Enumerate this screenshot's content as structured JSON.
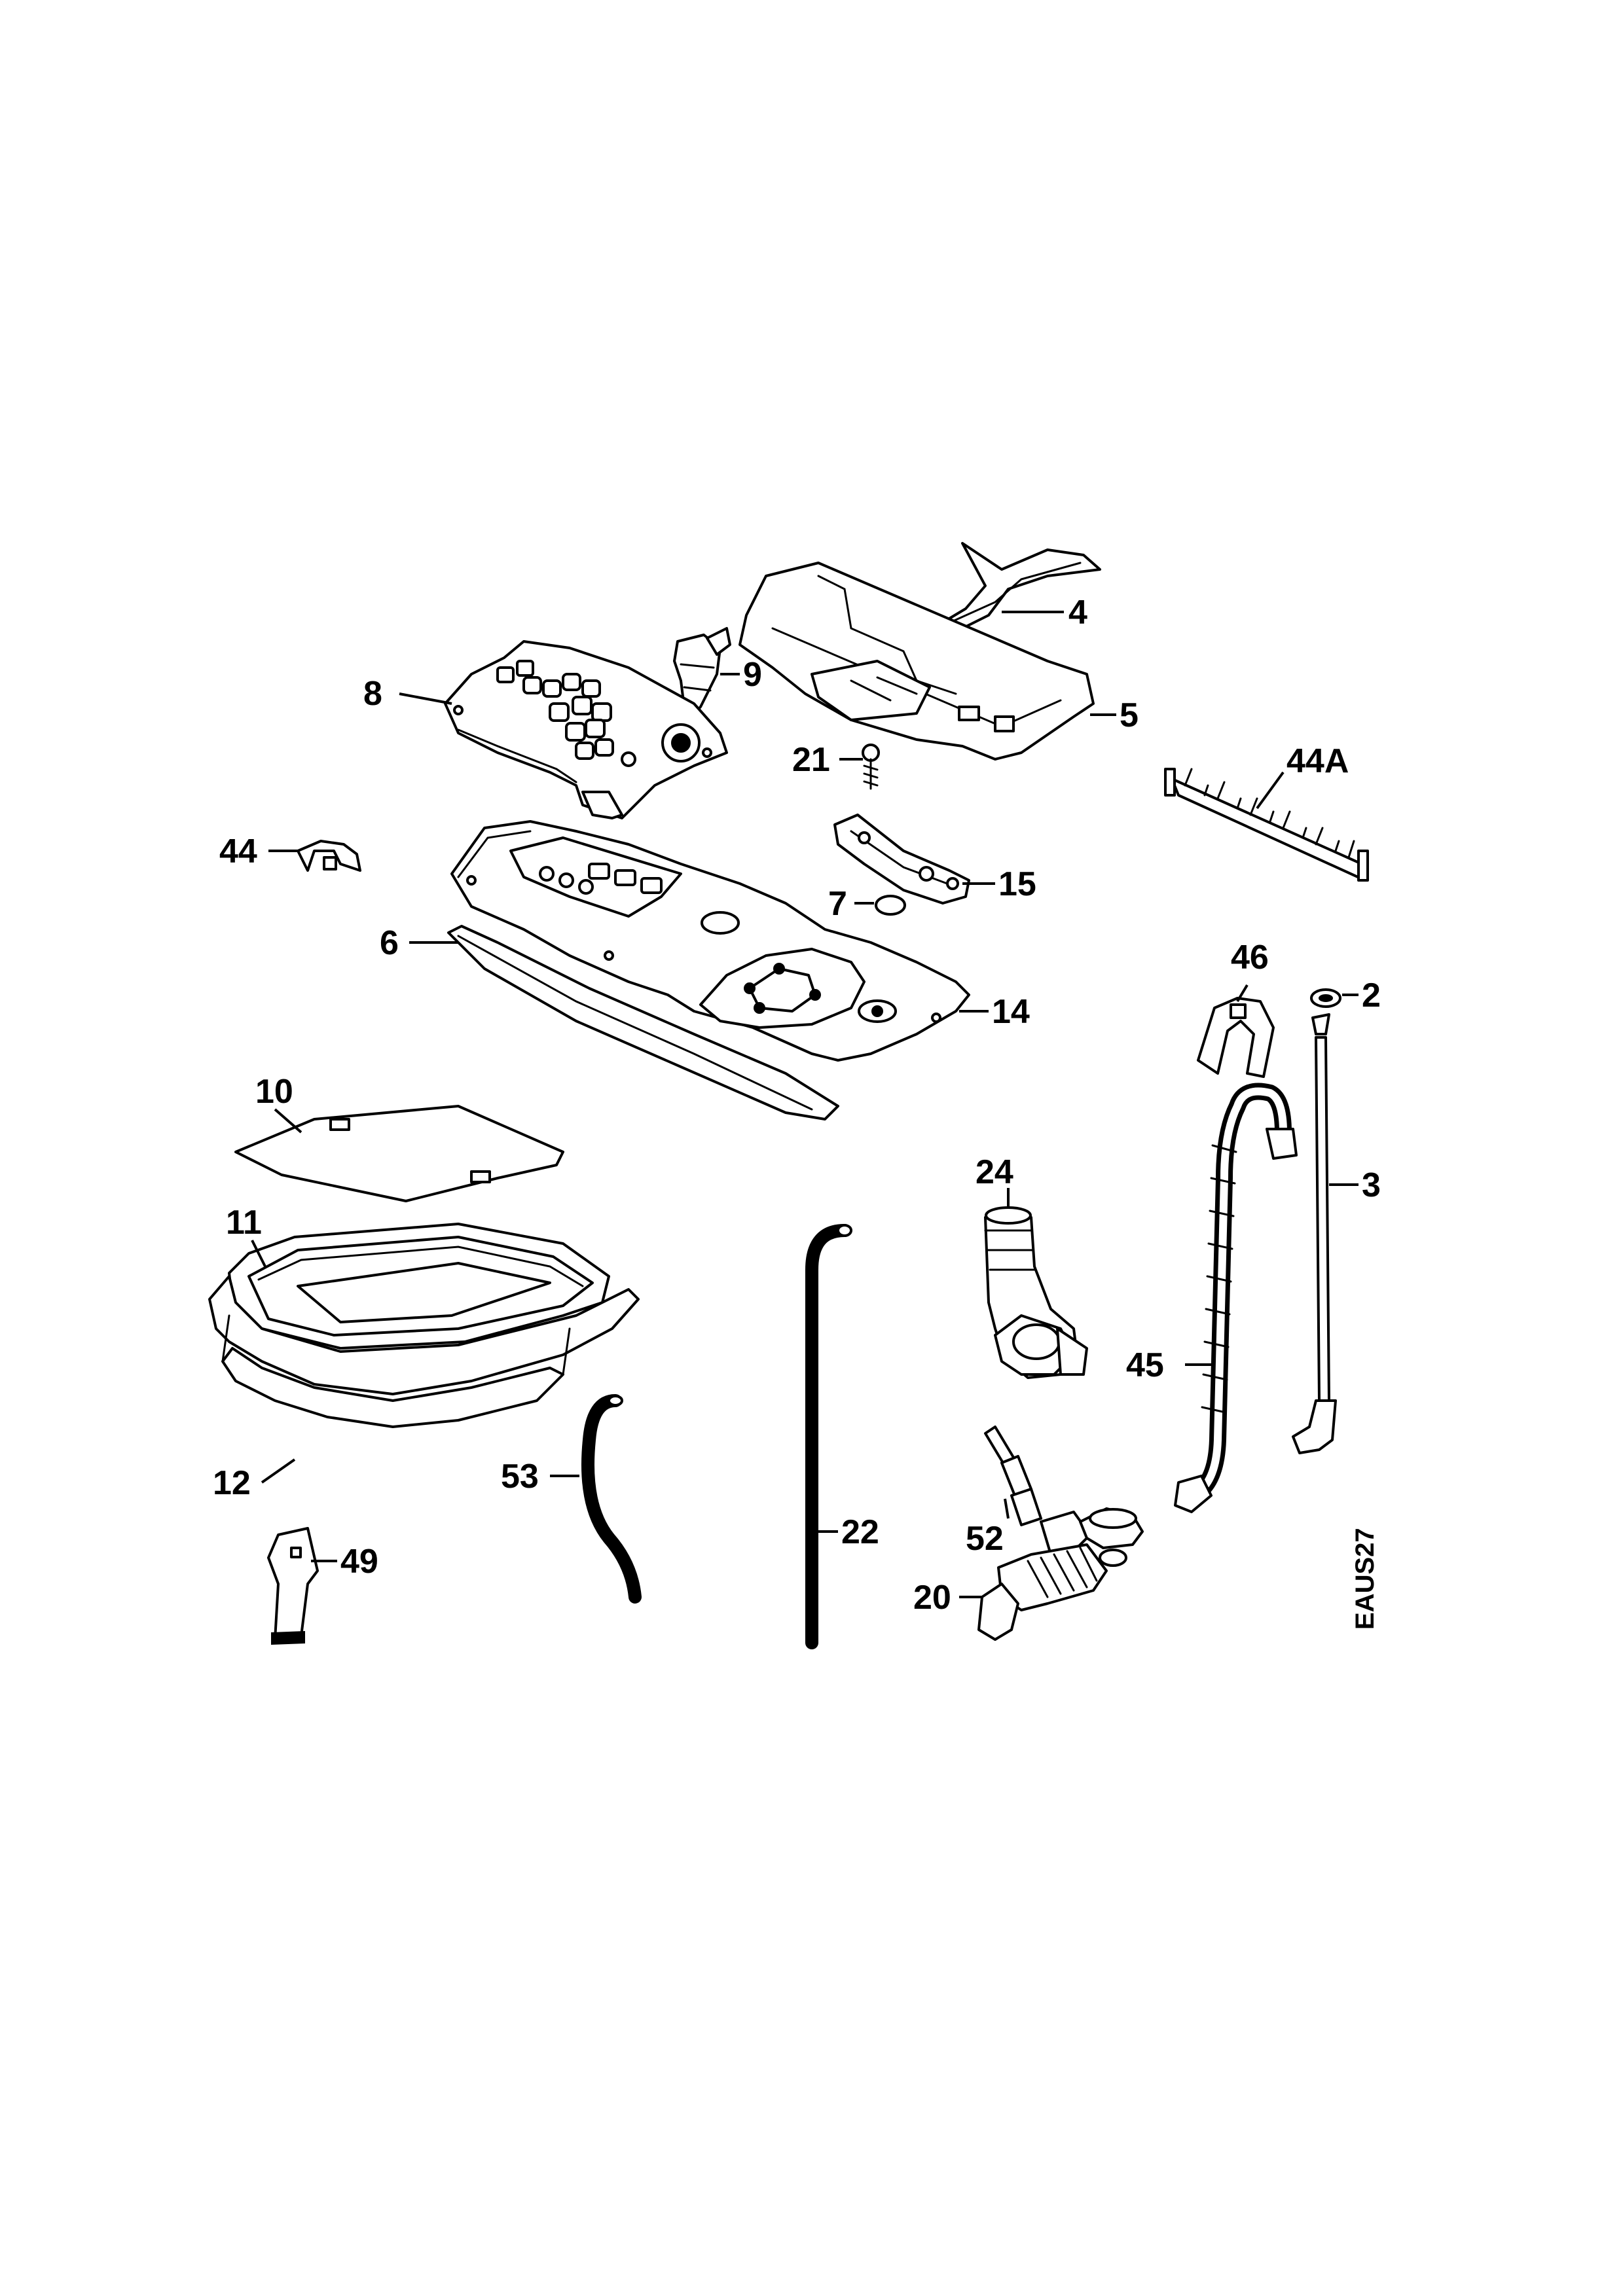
{
  "labels": {
    "l2": "2",
    "l3": "3",
    "l4": "4",
    "l5": "5",
    "l6": "6",
    "l7": "7",
    "l8": "8",
    "l9": "9",
    "l10": "10",
    "l11": "11",
    "l12": "12",
    "l14": "14",
    "l15": "15",
    "l20": "20",
    "l21": "21",
    "l22": "22",
    "l24": "24",
    "l44": "44",
    "l44a": "44A",
    "l45": "45",
    "l46": "46",
    "l49": "49",
    "l52": "52",
    "l53": "53"
  },
  "diagram_code": "EAUS27"
}
